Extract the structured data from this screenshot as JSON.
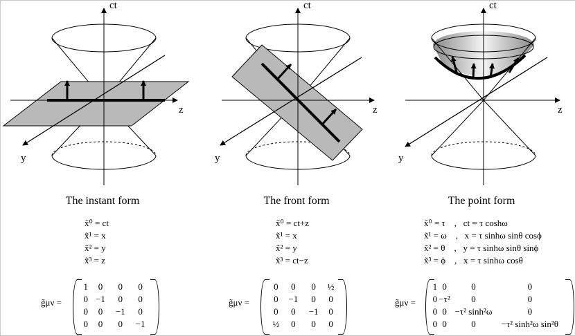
{
  "axes": {
    "time": "ct",
    "z": "z",
    "y": "y"
  },
  "panels": [
    {
      "title": "The instant form",
      "equations": [
        "x̃⁰ = ct",
        "x̃¹ = x",
        "x̃² = y",
        "x̃³ = z"
      ],
      "metric_lhs": "g̃μν =",
      "matrix": [
        [
          "1",
          "0",
          "0",
          "0"
        ],
        [
          "0",
          "−1",
          "0",
          "0"
        ],
        [
          "0",
          "0",
          "−1",
          "0"
        ],
        [
          "0",
          "0",
          "0",
          "−1"
        ]
      ]
    },
    {
      "title": "The front form",
      "equations": [
        "x̃⁰ = ct+z",
        "x̃¹ = x",
        "x̃² = y",
        "x̃³ = ct−z"
      ],
      "metric_lhs": "g̃μν =",
      "matrix": [
        [
          "0",
          "0",
          "0",
          "½"
        ],
        [
          "0",
          "−1",
          "0",
          "0"
        ],
        [
          "0",
          "0",
          "−1",
          "0"
        ],
        [
          "½",
          "0",
          "0",
          "0"
        ]
      ]
    },
    {
      "title": "The point form",
      "equations": [
        "x̃⁰ = τ    ,   ct = τ coshω",
        "x̃¹ = ω    ,   x = τ sinhω sinθ cosϕ",
        "x̃² = θ    ,   y = τ sinhω sinθ sinϕ",
        "x̃³ = ϕ    ,   x = τ sinhω cosθ"
      ],
      "metric_lhs": "g̃μν =",
      "matrix": [
        [
          "1",
          "0",
          "0",
          "0"
        ],
        [
          "0",
          "−τ²",
          "0",
          "0"
        ],
        [
          "0",
          "0",
          "−τ² sinh²ω",
          "0"
        ],
        [
          "0",
          "0",
          "0",
          "−τ² sinh²ω sin²θ"
        ]
      ]
    }
  ]
}
